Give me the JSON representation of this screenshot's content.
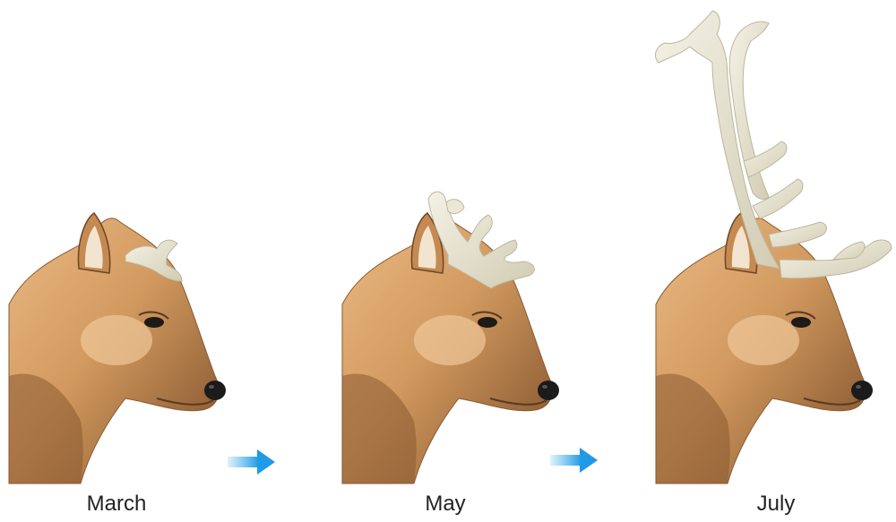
{
  "stages": [
    {
      "label": "March"
    },
    {
      "label": "May"
    },
    {
      "label": "July"
    }
  ],
  "colors": {
    "arrow": "#33aaee",
    "antler": "#e9e6d7",
    "antler_shadow": "#cfcab4",
    "fur_light": "#e8b27a",
    "fur_mid": "#c68a52",
    "fur_dark": "#6e4526",
    "nose": "#1b1b1b"
  }
}
